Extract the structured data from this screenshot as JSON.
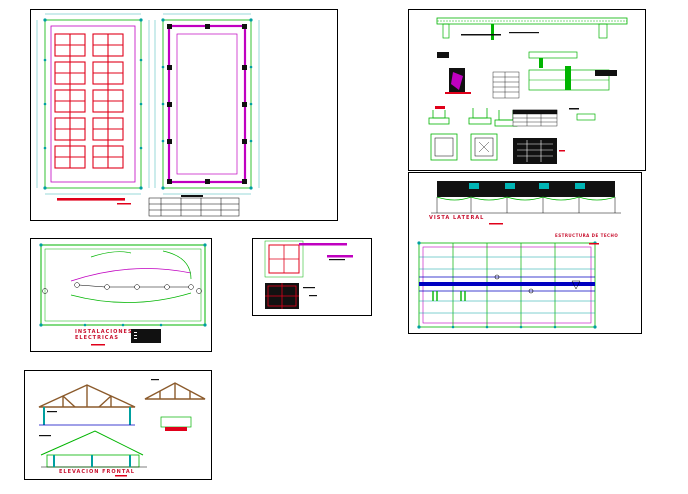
{
  "colors": {
    "frame": "#000000",
    "red": "#e0001a",
    "green": "#00b400",
    "magenta": "#c000c0",
    "cyan": "#00a0a0",
    "blue": "#0000c0",
    "brown": "#8b5a2b",
    "black_fill": "#111111"
  },
  "sheets": {
    "plan": {
      "name": "planta-arquitectura"
    },
    "structure": {
      "name": "detalle-estructural"
    },
    "electric": {
      "name": "instalaciones-electricas",
      "title": "INSTALACIONES ELECTRICAS"
    },
    "detail": {
      "name": "detalle-ventana"
    },
    "lateral": {
      "name": "vista-lateral",
      "title": "VISTA LATERAL"
    },
    "techo": {
      "name": "estructura-techo",
      "title": "ESTRUCTURA DE TECHO"
    },
    "frontal": {
      "name": "elevacion-frontal",
      "title": "ELEVACION FRONTAL"
    }
  }
}
